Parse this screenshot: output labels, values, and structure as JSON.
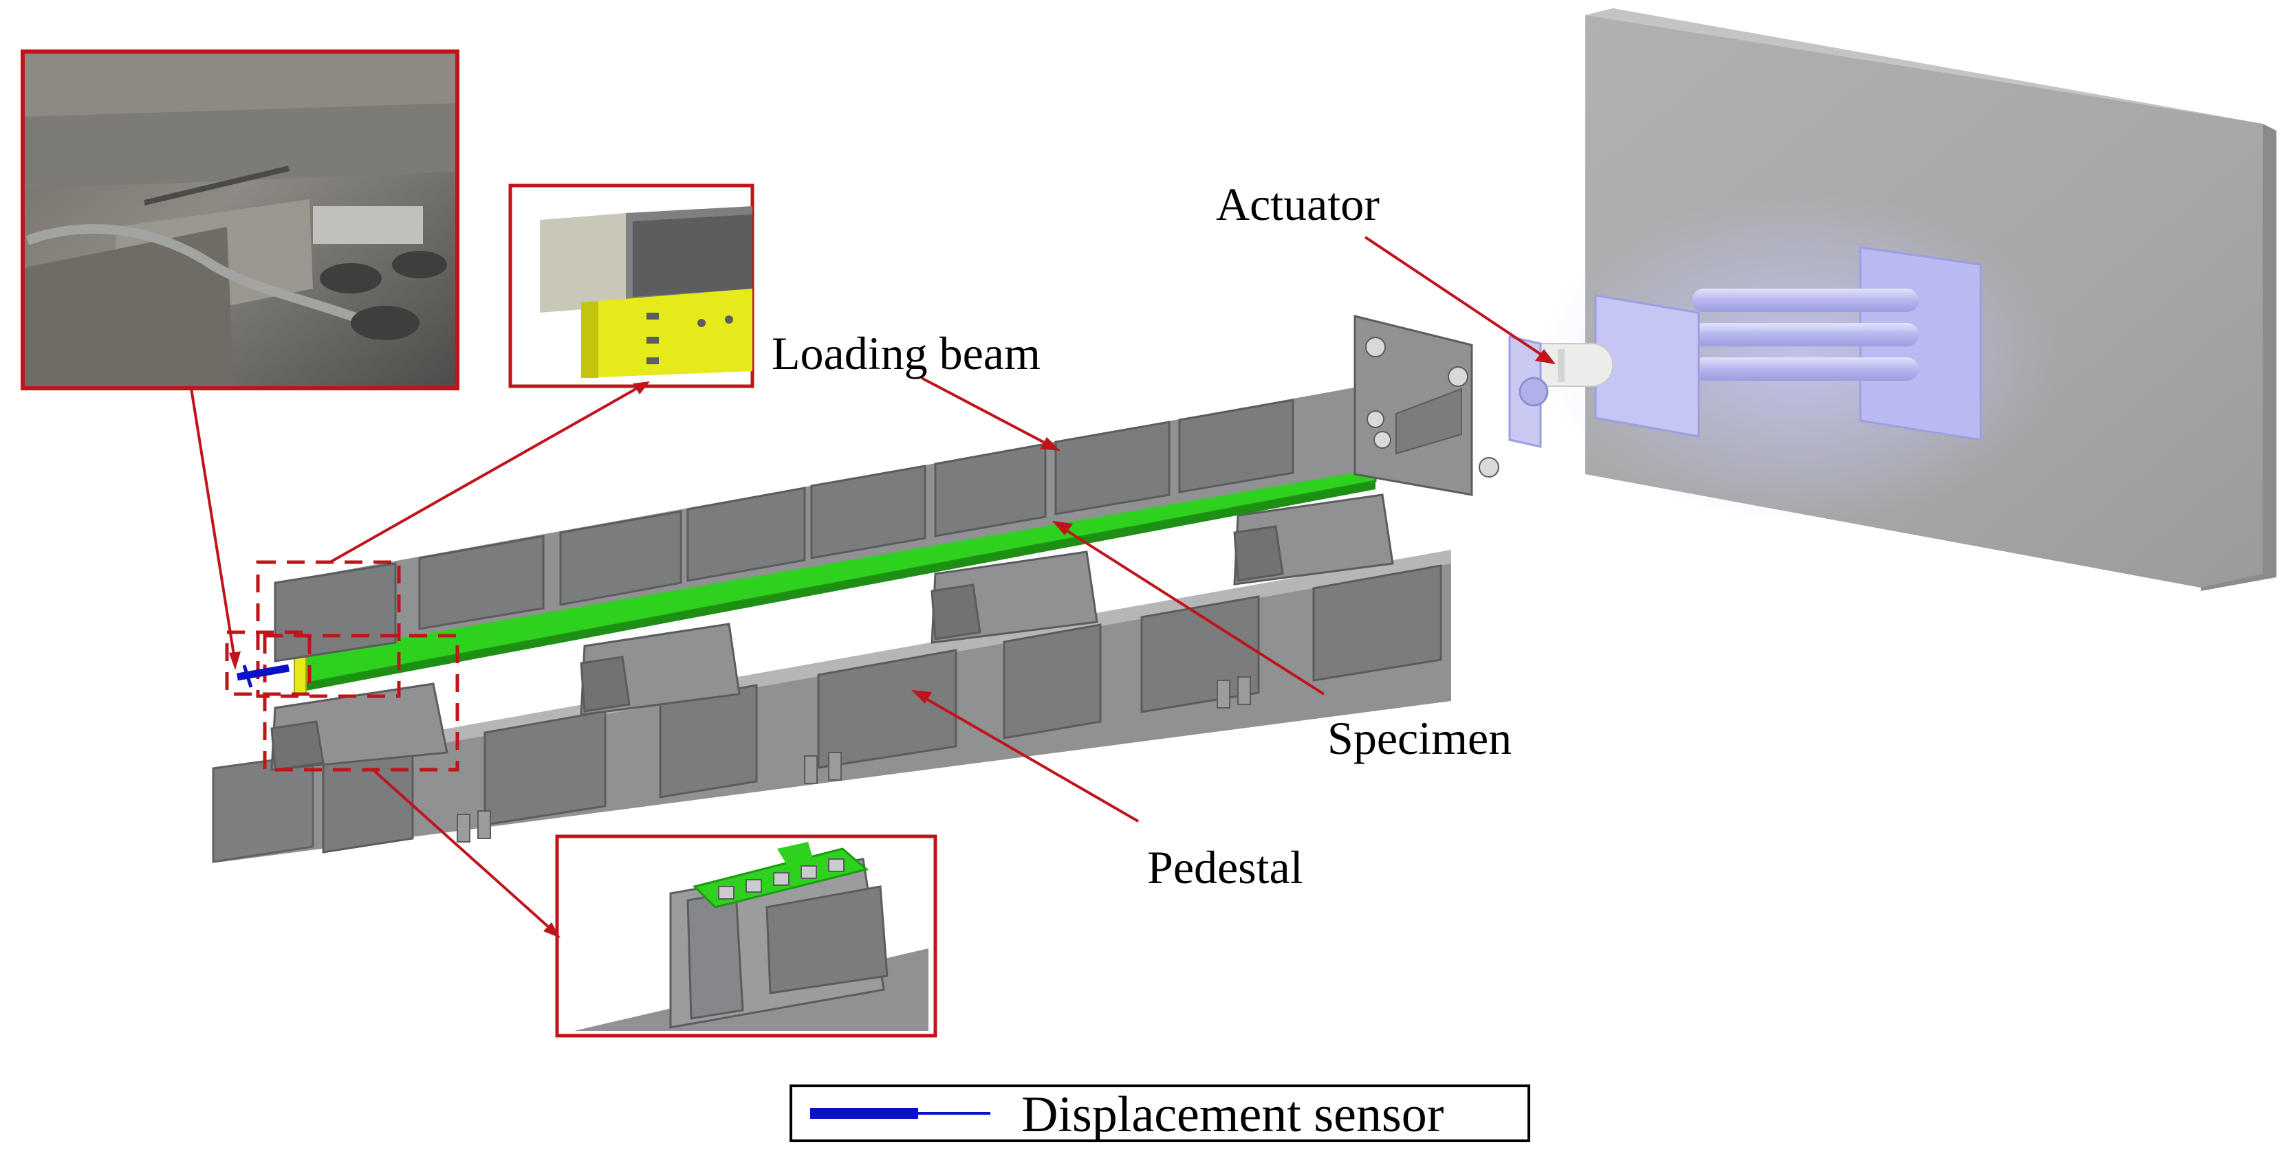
{
  "labels": {
    "actuator": "Actuator",
    "loading_beam": "Loading beam",
    "specimen": "Specimen",
    "pedestal": "Pedestal"
  },
  "legend": {
    "displacement_sensor": "Displacement sensor"
  },
  "colors": {
    "steel": "#8f9192",
    "steel_dark": "#6e7071",
    "steel_light": "#b4b6b7",
    "specimen_green": "#2fd11f",
    "plate_yellow": "#e6ea1a",
    "actuator_lilac": "#c9c9f2",
    "wall": "#a3a4a4",
    "callout_red": "#c0141b",
    "sensor_blue": "#0a12c8"
  },
  "icons": {
    "photo_inset": "photo-detail-icon",
    "sensor": "displacement-sensor-icon"
  }
}
